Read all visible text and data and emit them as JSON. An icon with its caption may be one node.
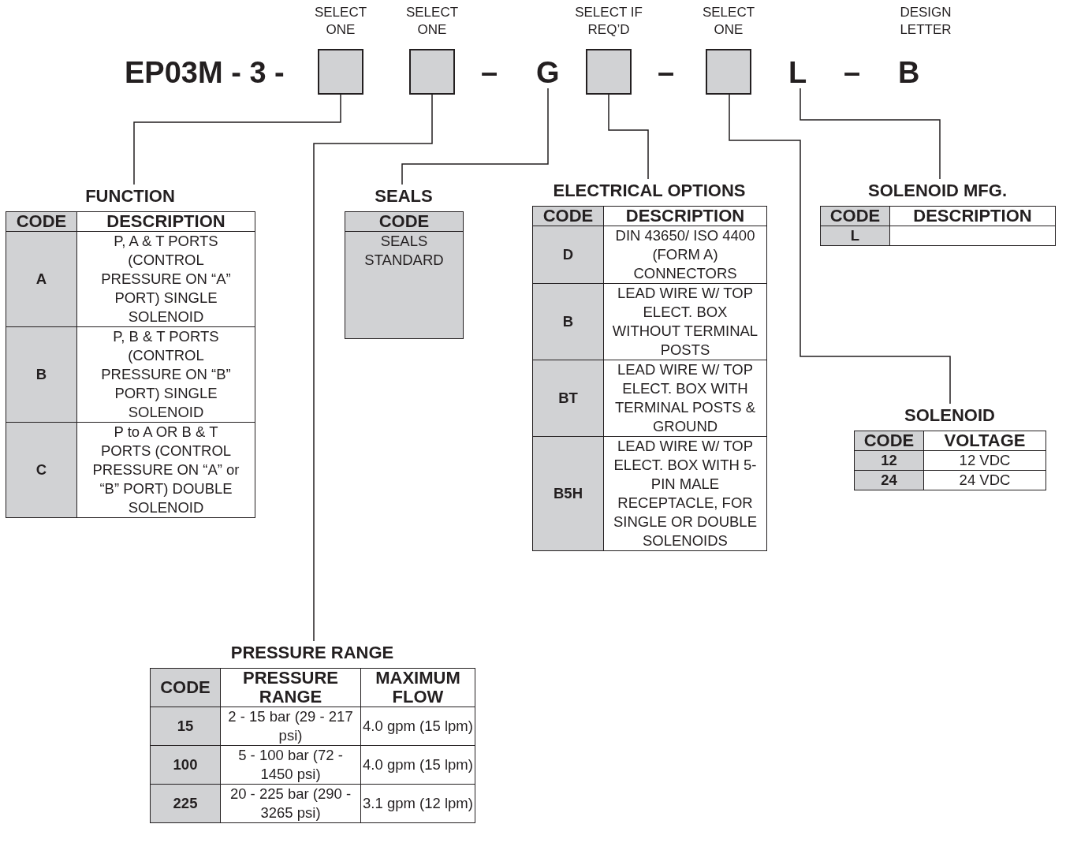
{
  "diagram": {
    "nodes": [
      {
        "text": [],
        "shape": "box",
        "beside": [
          "SELECT ONE"
        ]
      },
      {
        "text": [],
        "shape": "box",
        "beside": [
          "SELECT ONE"
        ]
      },
      {
        "text": [
          "G"
        ]
      },
      {
        "text": [],
        "shape": "box",
        "beside": [
          "SELECT IF REQ’D"
        ]
      },
      {
        "text": [],
        "shape": "box",
        "beside": [
          "SELECT ONE"
        ]
      },
      {
        "text": [
          "L"
        ]
      },
      {
        "text": [
          "FUNCTION",
          "CODE",
          "DESCRIPTION",
          "A",
          "P, A & T PORTS (CONTROL PRESSURE ON “A” PORT) SINGLE SOLENOID",
          "B",
          "P, B & T PORTS (CONTROL PRESSURE ON “B” PORT) SINGLE SOLENOID",
          "C",
          "P to A OR B & T PORTS (CONTROL PRESSURE ON “A” or “B” PORT) DOUBLE  SOLENOID"
        ]
      },
      {
        "text": [
          "SEALS",
          "CODE",
          "SEALS STANDARD"
        ]
      },
      {
        "text": [
          "ELECTRICAL OPTIONS",
          "CODE",
          "DESCRIPTION",
          "D",
          "DIN 43650/ ISO 4400 (FORM A) CONNECTORS",
          "B",
          "LEAD WIRE W/ TOP ELECT. BOX WITHOUT TERMINAL POSTS",
          "BT",
          "LEAD WIRE W/ TOP ELECT. BOX WITH TERMINAL POSTS & GROUND",
          "B5H",
          "LEAD WIRE W/ TOP ELECT. BOX WITH 5-PIN MALE RECEPTACLE, FOR SINGLE OR DOUBLE SOLENOIDS"
        ]
      },
      {
        "text": [
          "SOLENOID MFG.",
          "CODE",
          "DESCRIPTION",
          "L"
        ]
      },
      {
        "text": [
          "SOLENOID",
          "CODE",
          "VOLTAGE",
          "12",
          "12 VDC",
          "24",
          "24 VDC"
        ]
      },
      {
        "text": [
          "PRESSURE RANGE",
          "CODE",
          "PRESSURE RANGE",
          "MAXIMUM FLOW",
          "15",
          "2 - 15 bar (29 - 217 psi)",
          "4.0 gpm (15 lpm)",
          "100",
          "5 - 100 bar (72 - 1450 psi)",
          "4.0 gpm (15 lpm)",
          "225",
          "20 - 225 bar (290 - 3265 psi)",
          "3.1 gpm (12 lpm)"
        ]
      }
    ],
    "edges": [
      {
        "from": 0,
        "to": 6,
        "arrow": "none"
      },
      {
        "from": 1,
        "to": 11,
        "arrow": "none"
      },
      {
        "from": 2,
        "to": 7,
        "arrow": "none"
      },
      {
        "from": 3,
        "to": 8,
        "arrow": "none"
      },
      {
        "from": 4,
        "to": 10,
        "arrow": "none"
      },
      {
        "from": 5,
        "to": 9,
        "arrow": "none"
      }
    ],
    "labels": [
      "DESIGN LETTER",
      "EP03M - 3 -",
      "–",
      "–",
      "–",
      "B"
    ]
  }
}
